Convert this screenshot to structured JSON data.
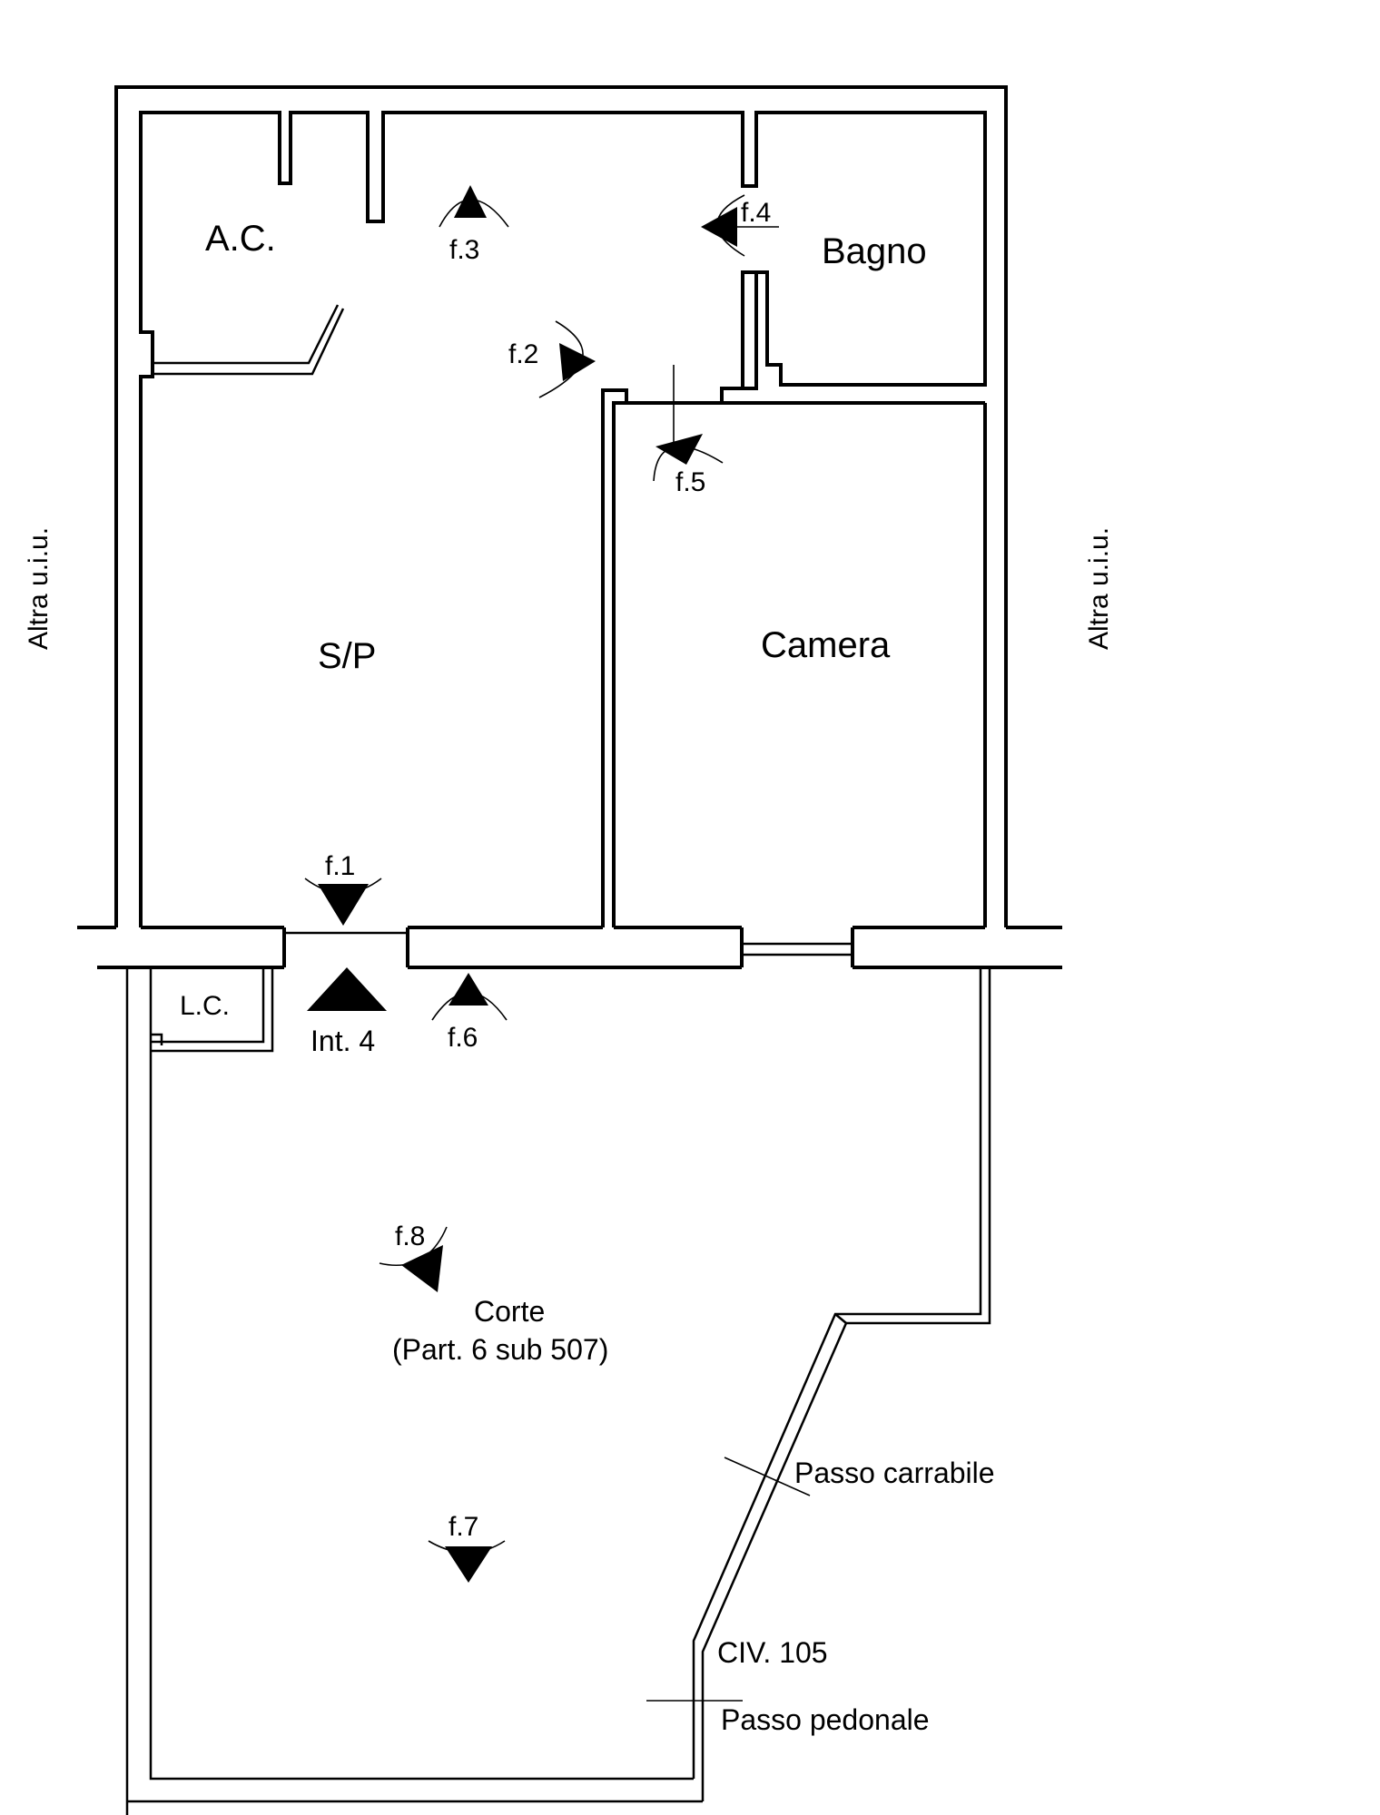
{
  "rooms": {
    "ac": "A.C.",
    "bagno": "Bagno",
    "sp": "S/P",
    "camera": "Camera",
    "lc": "L.C."
  },
  "side_labels": {
    "left": "Altra u.i.u.",
    "right": "Altra u.i.u."
  },
  "entrance": "Int. 4",
  "courtyard": {
    "name": "Corte",
    "parcel": "(Part. 6 sub 507)"
  },
  "street": {
    "carriage_entrance": "Passo carrabile",
    "civic_number": "CIV. 105",
    "pedestrian_entrance": "Passo pedonale"
  },
  "photo_points": [
    "f.1",
    "f.2",
    "f.3",
    "f.4",
    "f.5",
    "f.6",
    "f.7",
    "f.8"
  ],
  "colors": {
    "ink": "#000000",
    "paper": "#ffffff"
  }
}
